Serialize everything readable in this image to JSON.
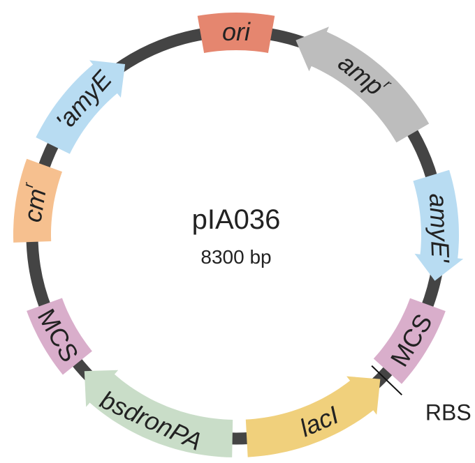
{
  "plasmid": {
    "name": "pIA036",
    "size_label": "8300 bp",
    "total_bp": 8300
  },
  "colors": {
    "backbone": "#444444",
    "ori": "#e5866f",
    "amp": "#bdbdbd",
    "amyE": "#b8dcf2",
    "mcs": "#d9aecb",
    "lacI": "#f0d07c",
    "bsd": "#c9ddc8",
    "cm": "#f6c08f"
  },
  "features": [
    {
      "id": "ori",
      "label": "ori",
      "sup": "",
      "start": 8070,
      "end": 230,
      "direction": "none",
      "color": "#e5866f",
      "italic": true
    },
    {
      "id": "ampr",
      "label": "amp",
      "sup": "r",
      "start": 392,
      "end": 1383,
      "direction": "reverse",
      "color": "#bdbdbd",
      "italic": true
    },
    {
      "id": "amyE-3prime",
      "label": "amyE'",
      "sup": "",
      "start": 1683,
      "end": 2375,
      "direction": "forward",
      "color": "#b8dcf2",
      "italic": true
    },
    {
      "id": "mcs-right",
      "label": "MCS",
      "sup": "",
      "start": 2536,
      "end": 3044,
      "direction": "none",
      "color": "#d9aecb",
      "italic": false
    },
    {
      "id": "lacI",
      "label": "lacI",
      "sup": "",
      "start": 3113,
      "end": 4081,
      "direction": "reverse",
      "color": "#f0d07c",
      "italic": true
    },
    {
      "id": "bsdronPA",
      "label": "bsdronPA",
      "sup": "",
      "start": 4174,
      "end": 5258,
      "direction": "forward",
      "color": "#c9ddc8",
      "italic": true
    },
    {
      "id": "mcs-left",
      "label": "MCS",
      "sup": "",
      "start": 5327,
      "end": 5765,
      "direction": "none",
      "color": "#d9aecb",
      "italic": false
    },
    {
      "id": "cmr",
      "label": "cm",
      "sup": "r",
      "start": 6180,
      "end": 6687,
      "direction": "none",
      "color": "#f6c08f",
      "italic": true
    },
    {
      "id": "amyE-5prime",
      "label": "'amyE",
      "sup": "",
      "start": 6825,
      "end": 7540,
      "direction": "forward",
      "color": "#b8dcf2",
      "italic": true
    }
  ],
  "sites": [
    {
      "id": "rbs",
      "label": "RBS",
      "position": 3090
    }
  ]
}
